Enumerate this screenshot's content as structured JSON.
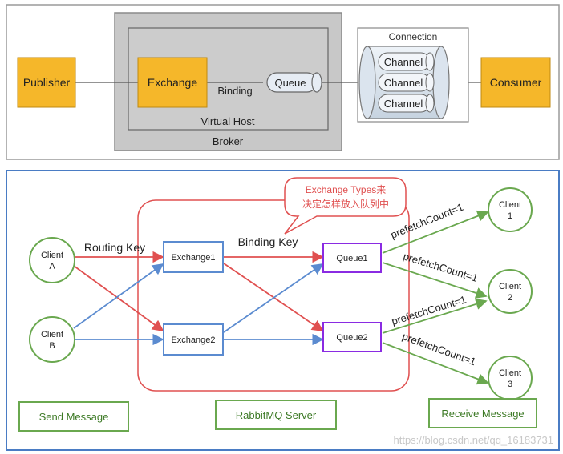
{
  "top": {
    "publisher": "Publisher",
    "exchange": "Exchange",
    "binding": "Binding",
    "queue": "Queue",
    "virtual_host": "Virtual Host",
    "broker": "Broker",
    "connection": "Connection",
    "channels": [
      "Channel",
      "Channel",
      "Channel"
    ],
    "consumer": "Consumer"
  },
  "bottom": {
    "callout": [
      "Exchange Types来",
      "决定怎样放入队列中"
    ],
    "client_a": [
      "Client",
      "A"
    ],
    "client_b": [
      "Client",
      "B"
    ],
    "client_1": [
      "Client",
      "1"
    ],
    "client_2": [
      "Client",
      "2"
    ],
    "client_3": [
      "Client",
      "3"
    ],
    "routing_key": "Routing Key",
    "binding_key": "Binding Key",
    "exchange1": "Exchange1",
    "exchange2": "Exchange2",
    "queue1": "Queue1",
    "queue2": "Queue2",
    "prefetch": [
      "prefetchCount=1",
      "prefetchCount=1",
      "prefetchCount=1",
      "prefetchCount=1"
    ],
    "send_message": "Send Message",
    "rabbitmq_server": "RabbitMQ Server",
    "receive_message": "Receive Message",
    "watermark": "https://blog.csdn.net/qq_16183731"
  },
  "colors": {
    "orange_fill": "#f5b72a",
    "broker_gray": "#c8c8c8",
    "red": "#e05050",
    "blue": "#5b8bd0",
    "green": "#6aa84f",
    "purple": "#8a2be2"
  }
}
